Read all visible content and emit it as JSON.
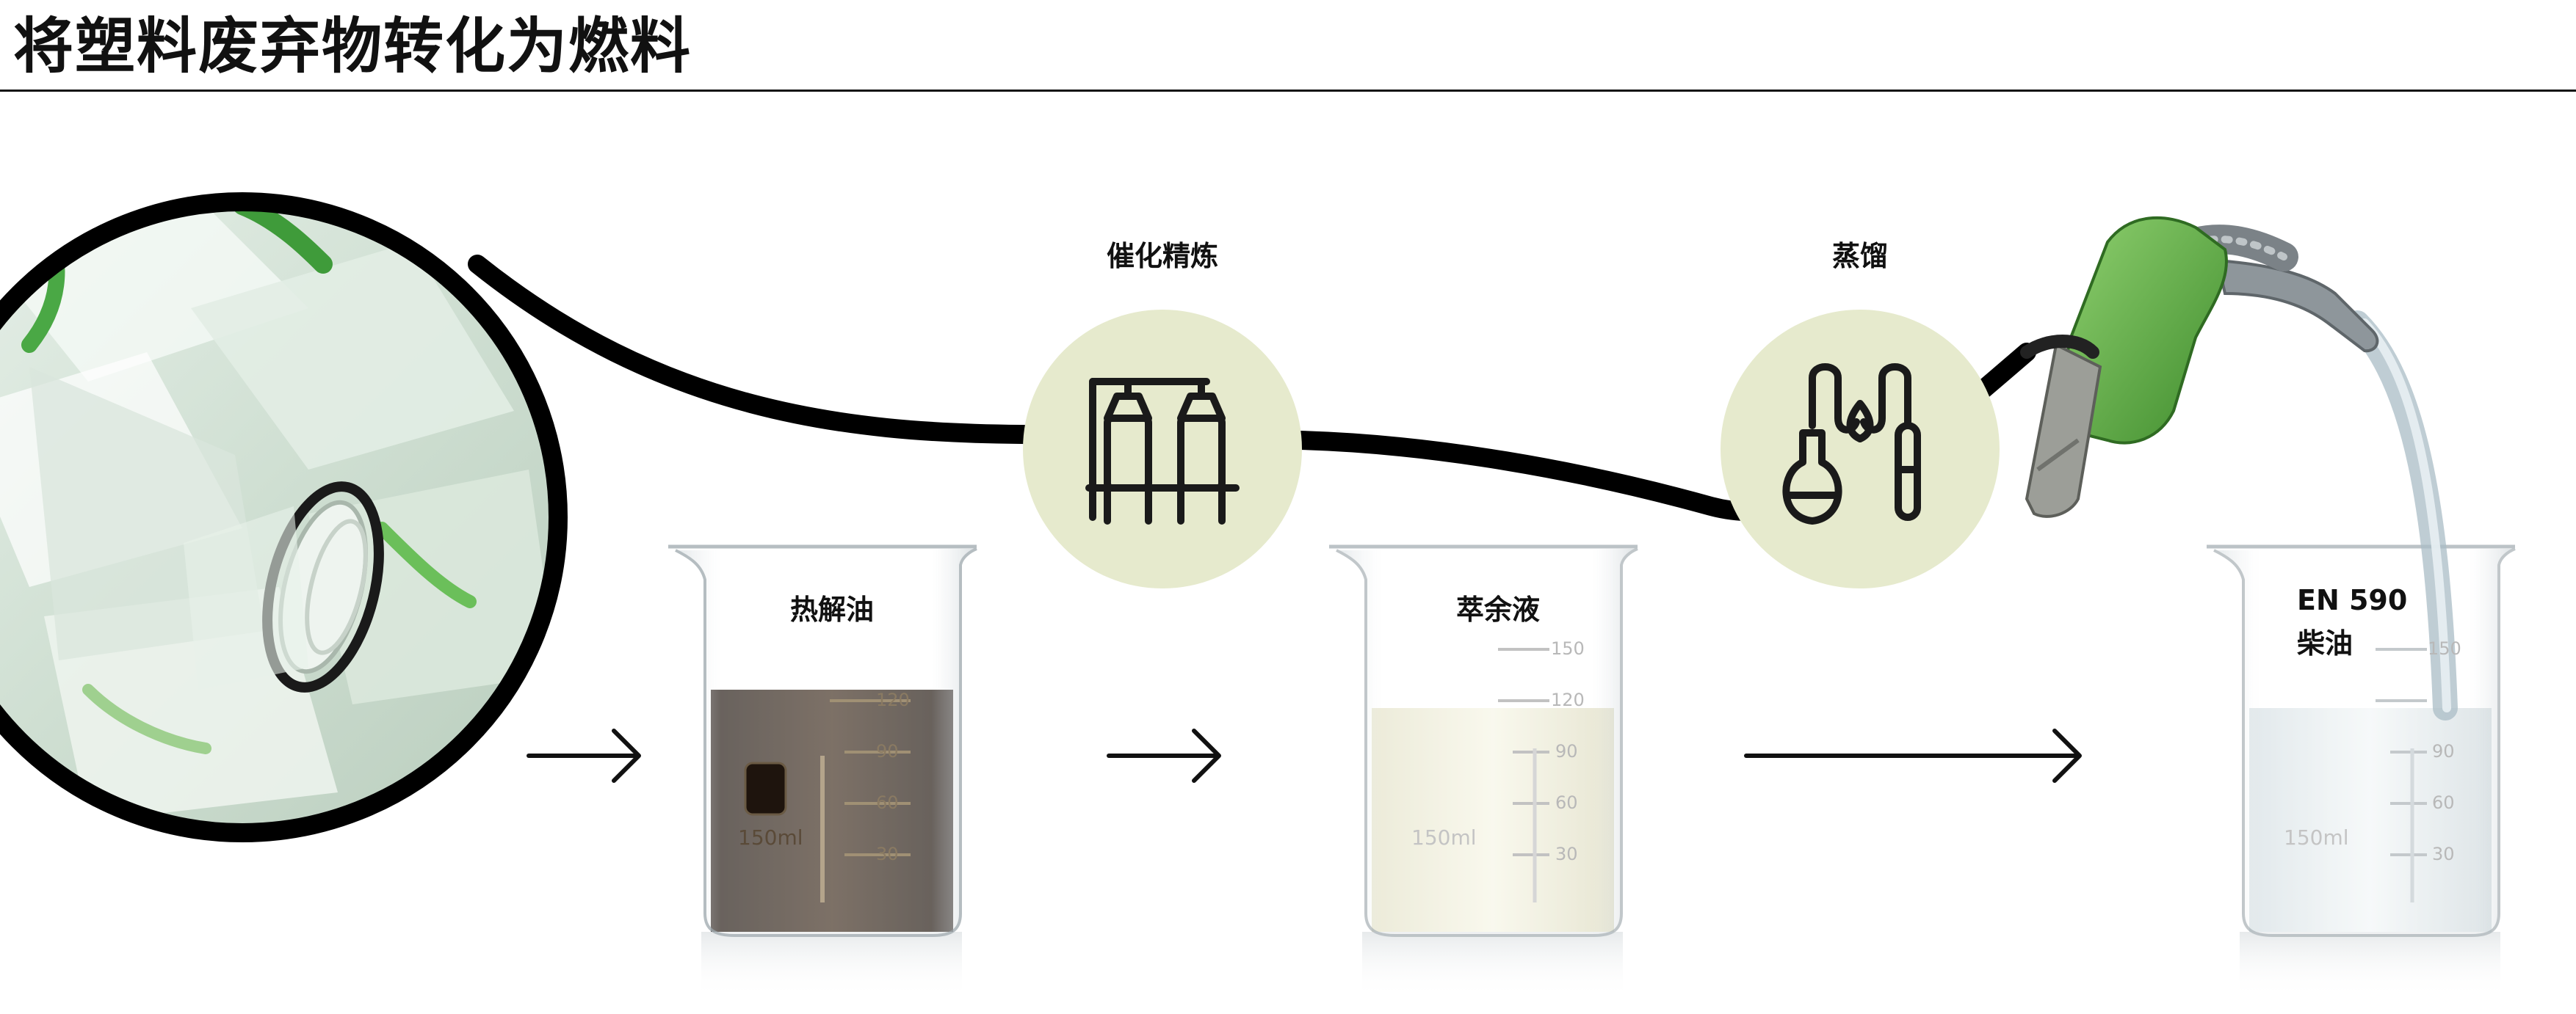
{
  "title": "将塑料废弃物转化为燃料",
  "process_steps": [
    {
      "label": "催化精炼",
      "icon": "refinery-tanks-icon"
    },
    {
      "label": "蒸馏",
      "icon": "distillation-flask-icon"
    }
  ],
  "products": [
    {
      "label": "热解油",
      "tone": "#2d1e12"
    },
    {
      "label": "萃余液",
      "tone": "#f1efd9"
    },
    {
      "label_line1": "EN 590",
      "label_line2": "柴油",
      "tone": "#e9eef0"
    }
  ],
  "beaker": {
    "volume": "150ml",
    "ticks": [
      "150",
      "120",
      "90",
      "60",
      "30"
    ]
  },
  "colors": {
    "text": "#111111",
    "icon_circle": "#e6eacd",
    "pipe": "#000000",
    "nozzle_green": "#5eab43"
  }
}
